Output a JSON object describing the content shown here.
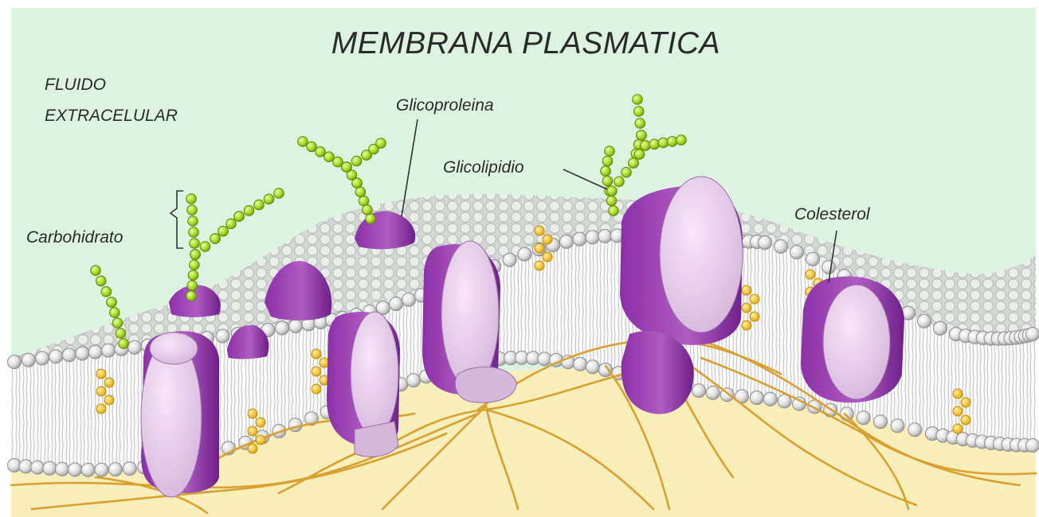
{
  "diagram": {
    "title": "MEMBRANA PLASMATICA",
    "region_label_line1": "FLUIDO",
    "region_label_line2": "EXTRACELULAR",
    "labels": {
      "glycoprotein": "Glicoproleina",
      "glycolipid": "Glicolipidio",
      "carbohydrate": "Carbohidrato",
      "cholesterol": "Colesterol"
    },
    "colors": {
      "extracellular_bg": "#dcf3df",
      "cytoplasm": "#f7eeb9",
      "phospholipid_head": "#e8e8e8",
      "tail": "#bdbdbd",
      "protein_light": "#e8cde8",
      "protein_dark": "#9a3fb0",
      "sugar_chain": "#a8d62a",
      "cholesterol": "#f2c21c",
      "cytoskeleton": "#d9a030"
    }
  }
}
